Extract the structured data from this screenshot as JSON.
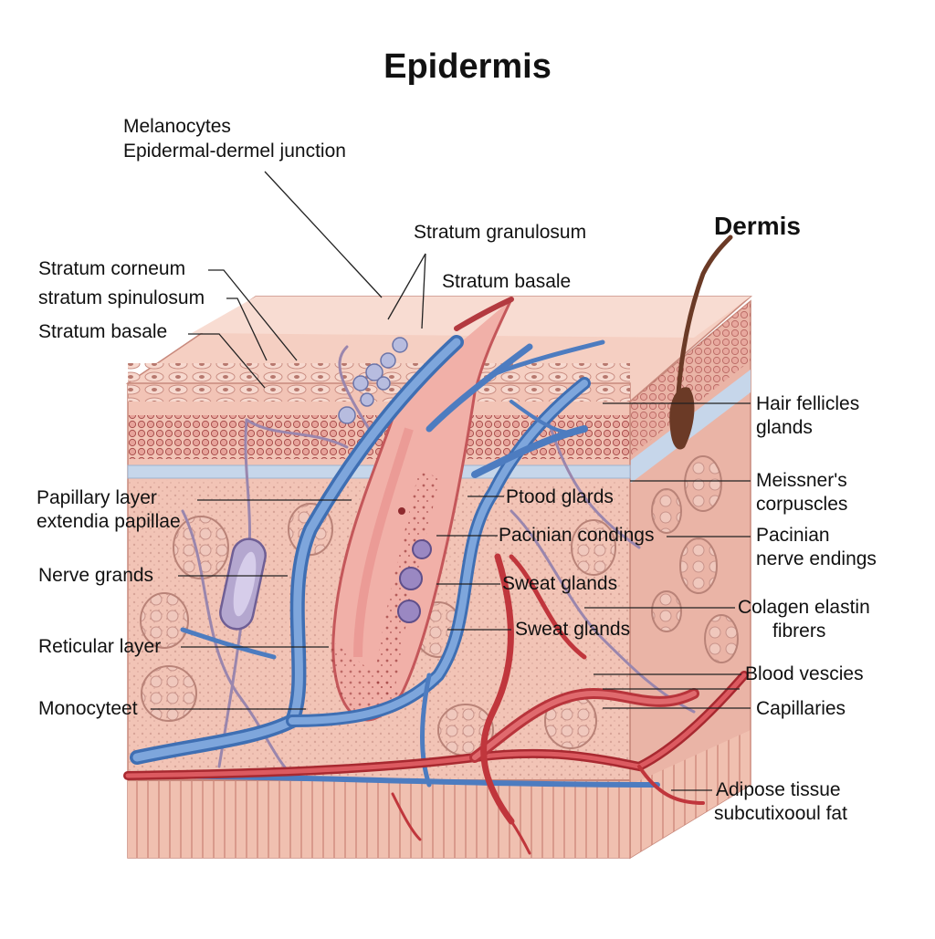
{
  "title": "Epidermis",
  "subtitle": "Dermis",
  "labels": {
    "melanocytes": "Melanocytes",
    "junction": "Epidermal-dermel junction",
    "stratum_granulosum": "Stratum granulosum",
    "stratum_basale_top": "Stratum basale",
    "stratum_corneum": "Stratum corneum",
    "stratum_spinulosum": "stratum spinulosum",
    "stratum_basale_left": "Stratum basale",
    "papillary_layer": "Papillary layer",
    "extendia_papillae": "extendia papillae",
    "nerve_grands": "Nerve grands",
    "reticular_layer": "Reticular layer",
    "monocyteet": "Monocyteet",
    "ptood_glards": "Ptood glards",
    "pacinian_condings": "Pacinian condings",
    "sweat_glands_1": "Sweat glands",
    "sweat_glands_2": "Sweat glands",
    "hair_fellicles": "Hair fellicles",
    "glands": "glands",
    "meissners": "Meissner's",
    "corpuscles": "corpuscles",
    "pacinian": "Pacinian",
    "nerve_endings": "nerve endings",
    "colagen_elastin": "Colagen elastin",
    "fibrers": "fibrers",
    "blood_vescies": "Blood vescies",
    "capillaries": "Capillaries",
    "adipose_tissue": "Adipose tissue",
    "subcutixooul_fat": "subcutixooul fat"
  },
  "colors": {
    "skin_front": "#f2c4b6",
    "skin_top": "#f5cfc2",
    "skin_side": "#eab4a6",
    "cell_layer": "#e8a79a",
    "dense_layer": "#cf7f78",
    "membrane": "#c6d6ea",
    "artery": "#c9353d",
    "vein": "#5b8ccb",
    "nerve": "#9a86ad",
    "hair": "#6b3a26",
    "leader_line": "#222222"
  }
}
